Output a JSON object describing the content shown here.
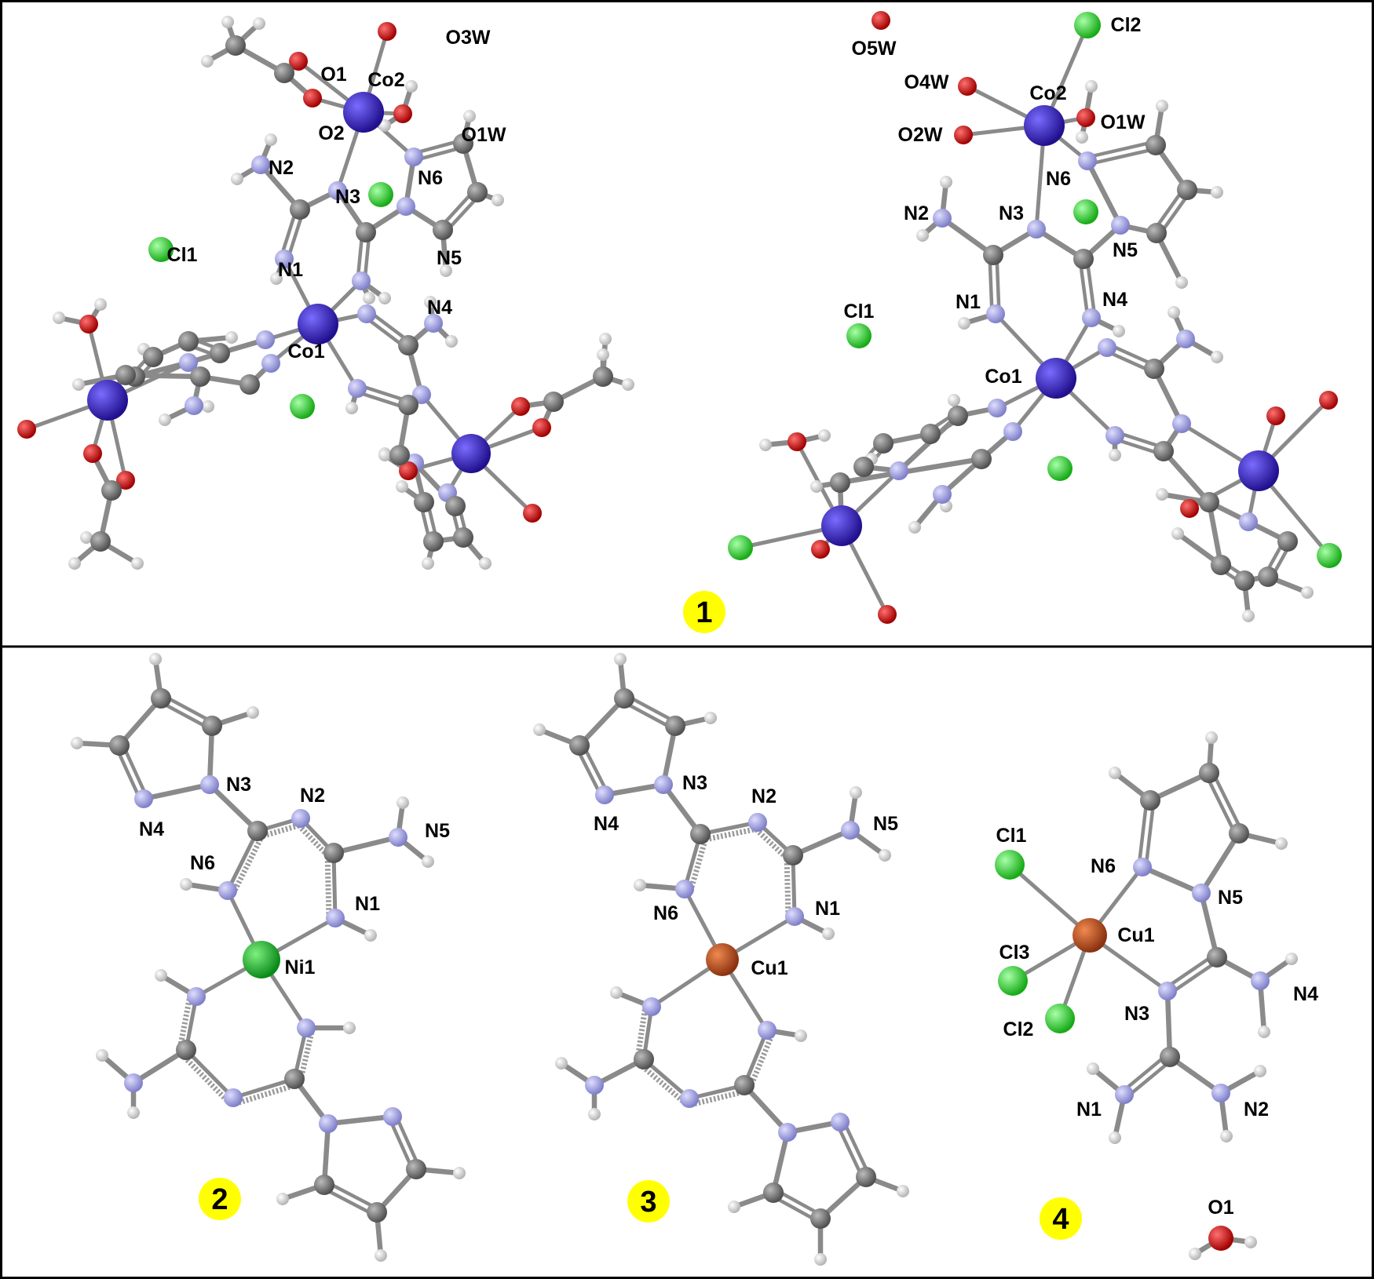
{
  "colors": {
    "carbon": "#707070",
    "hydrogen": "#e8e8e8",
    "nitrogen": "#a8a8e8",
    "oxygen": "#e00000",
    "chlorine": "#33dd33",
    "cobalt": "#3d22c8",
    "nickel": "#18c030",
    "copper": "#c25a28",
    "bond": "#8a8a8a",
    "badge": "#ffff00",
    "frame": "#000000"
  },
  "panels": [
    {
      "id": "1",
      "label": "1"
    },
    {
      "id": "2",
      "label": "2"
    },
    {
      "id": "3",
      "label": "3"
    },
    {
      "id": "4",
      "label": "4"
    }
  ],
  "labels": {
    "p1a": [
      "O1",
      "O3W",
      "Co2",
      "O2",
      "O1W",
      "N2",
      "N6",
      "N3",
      "Cl1",
      "N1",
      "N5",
      "N4",
      "Co1"
    ],
    "p1b": [
      "O5W",
      "Cl2",
      "O4W",
      "Co2",
      "O1W",
      "O2W",
      "N6",
      "N2",
      "N3",
      "N5",
      "Cl1",
      "N1",
      "N4",
      "Co1"
    ],
    "p2": [
      "N3",
      "N2",
      "N4",
      "N5",
      "N6",
      "N1",
      "Ni1"
    ],
    "p3": [
      "N3",
      "N2",
      "N4",
      "N5",
      "N6",
      "N1",
      "Cu1"
    ],
    "p4": [
      "Cl1",
      "N6",
      "N5",
      "Cu1",
      "Cl3",
      "N4",
      "N3",
      "Cl2",
      "N1",
      "N2",
      "O1"
    ]
  }
}
